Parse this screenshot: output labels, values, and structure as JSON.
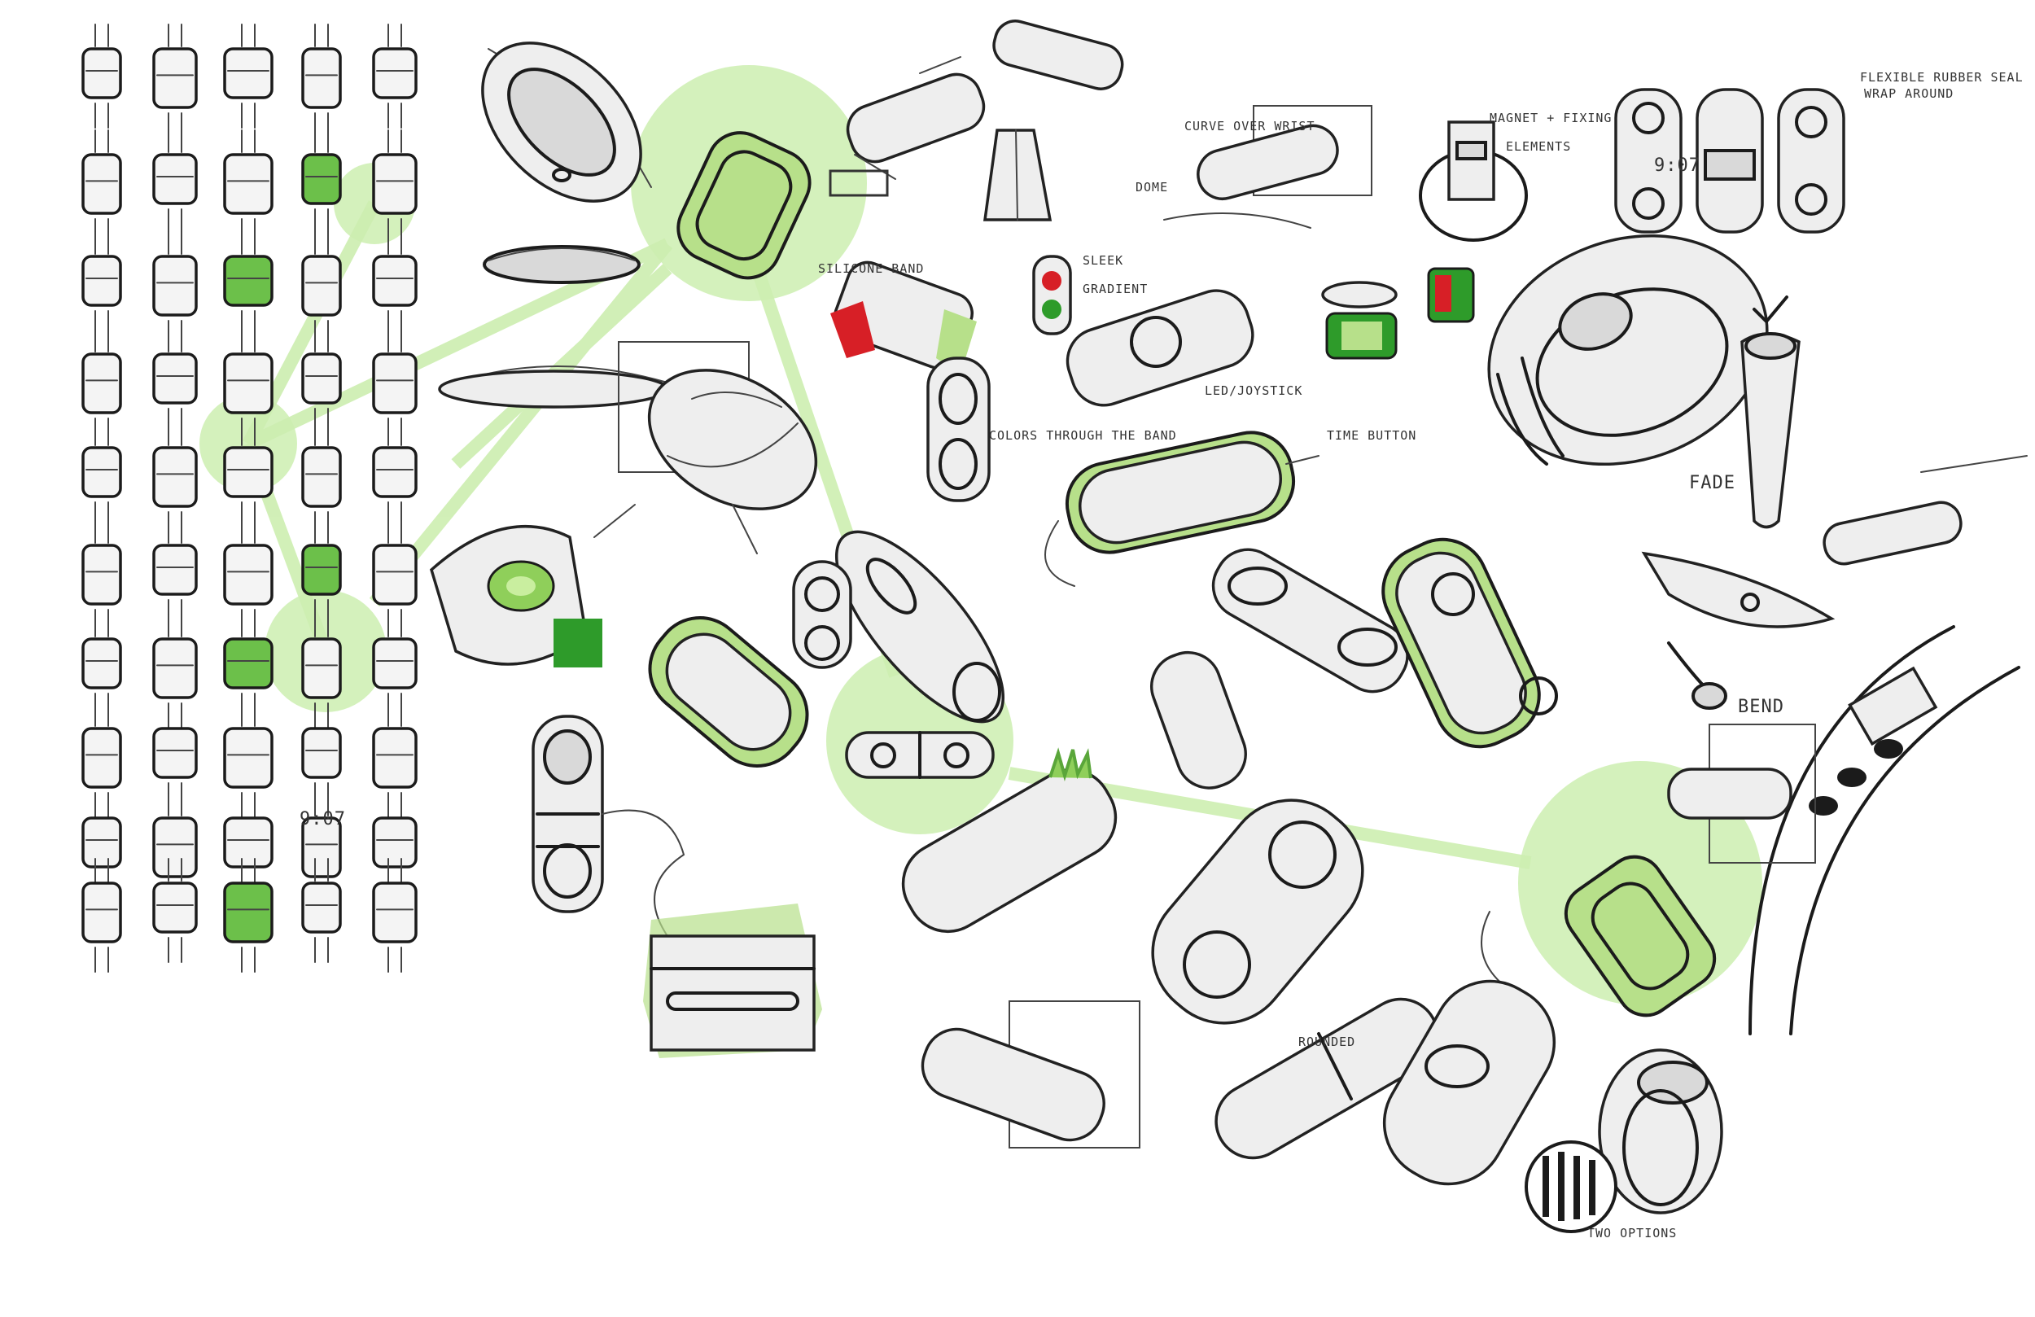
{
  "annotations": {
    "magnet_plus_fixing": "MAGNET + FIXING",
    "elements": "ELEMENTS",
    "flexible_rubber_seal": "FLEXIBLE RUBBER SEAL",
    "wrap_around": "WRAP AROUND",
    "curve_over_wrist": "CURVE OVER WRIST",
    "dome": "DOME",
    "silicone_band": "SILICONE BAND",
    "sleek": "SLEEK",
    "gradient": "GRADIENT",
    "led_joystick": "LED/JOYSTICK",
    "colors_through_the_band": "COLORS THROUGH THE BAND",
    "time_button": "TIME BUTTON",
    "fade": "FADE",
    "bend": "BEND",
    "rounded": "ROUNDED",
    "time_display": "9:07",
    "small_display": "9:07",
    "two_options": "TWO OPTIONS"
  },
  "colors": {
    "highlight": "#b7e08a",
    "highlight_circle": "#cdeeb0",
    "accent_green": "#2e9b2a",
    "ink": "#1b1b1b",
    "marker_grey": "#d9d9d9",
    "accent_red": "#d71f26"
  },
  "icons": {
    "logo": "brand-logo-icon",
    "check": "check-mark-icon"
  }
}
